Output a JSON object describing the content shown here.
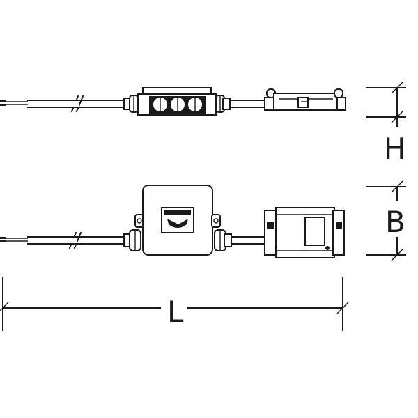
{
  "dimensions": {
    "height_label": "H",
    "width_label": "B",
    "length_label": "L"
  },
  "colors": {
    "line": "#1a1a1a",
    "background": "#ffffff"
  }
}
